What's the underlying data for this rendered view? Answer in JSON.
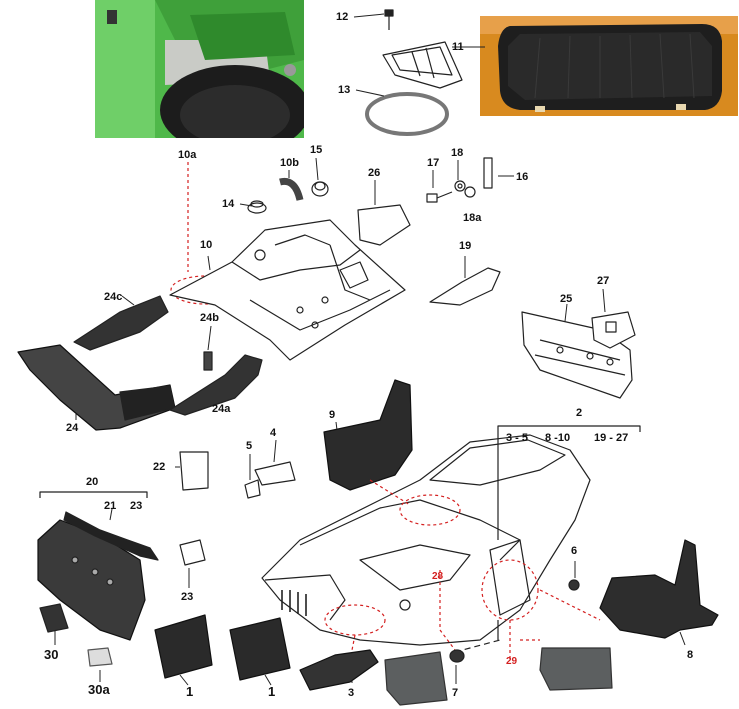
{
  "labels": {
    "l1": "1",
    "l1b": "1",
    "l2": "2",
    "l2_group_a": "3 - 5",
    "l2_group_b": "8 -10",
    "l2_group_c": "19 - 27",
    "l3": "3",
    "l4": "4",
    "l5": "5",
    "l6": "6",
    "l7": "7",
    "l8": "8",
    "l9": "9",
    "l10": "10",
    "l10a": "10a",
    "l10b": "10b",
    "l11": "11",
    "l12": "12",
    "l13": "13",
    "l14": "14",
    "l15": "15",
    "l16": "16",
    "l17": "17",
    "l18": "18",
    "l18a": "18a",
    "l19": "19",
    "l20": "20",
    "l21": "21",
    "l22": "22",
    "l23a": "23",
    "l23b": "23",
    "l24": "24",
    "l24a": "24a",
    "l24b": "24b",
    "l24c": "24c",
    "l25": "25",
    "l26": "26",
    "l27": "27",
    "l28": "28",
    "l29": "29",
    "l30": "30",
    "l30a": "30a"
  },
  "colors": {
    "photo_green": "#4fb84a",
    "photo_orange": "#d88a1f",
    "tray_black": "#1e1e1e",
    "callout_red": "#d42020",
    "line_art": "#222222",
    "part_dark": "#2a2a2a",
    "part_grey": "#5c5f60"
  }
}
